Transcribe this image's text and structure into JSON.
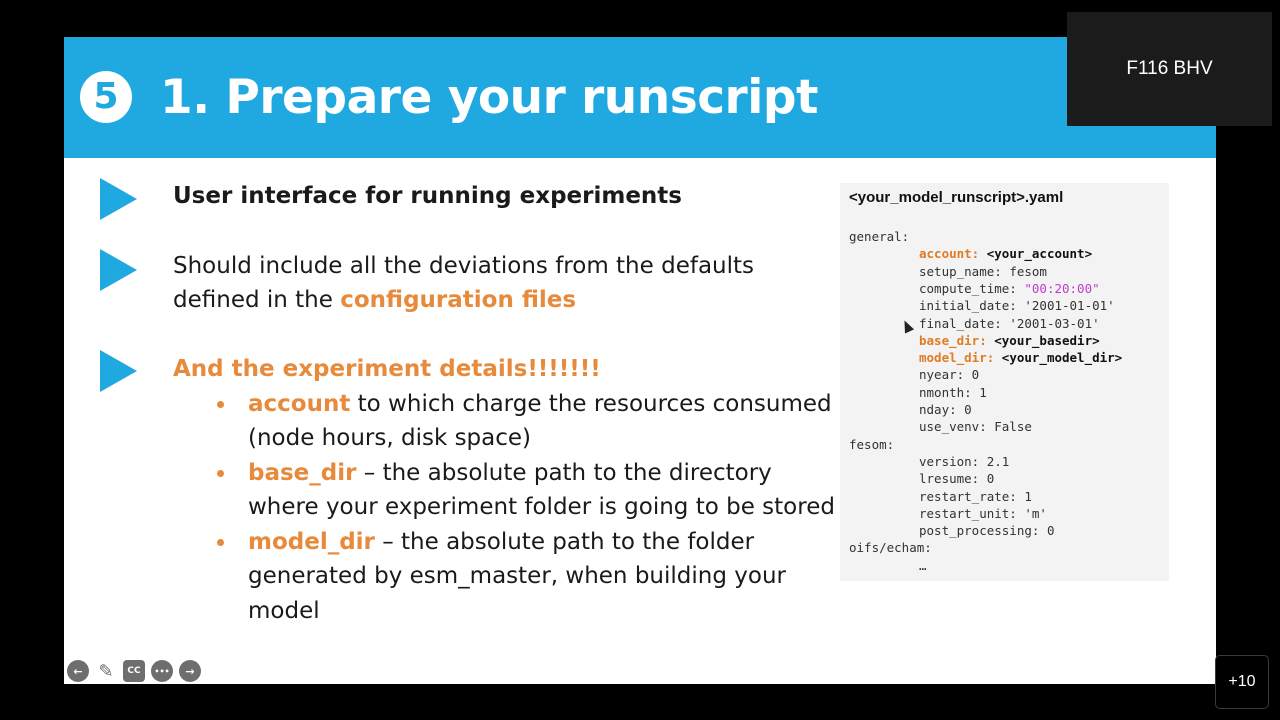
{
  "slide": {
    "step_number": "5",
    "title": "1. Prepare your runscript",
    "bullets": [
      {
        "text": "User interface for running experiments"
      },
      {
        "line1": "Should include all the deviations from the defaults",
        "line2_prefix": "defined in the ",
        "line2_highlight": "configuration files"
      },
      {
        "text": "And the experiment details!!!!!!!"
      }
    ],
    "sub_bullets": [
      {
        "key": "account",
        "line1_rest": " to which charge the resources consumed",
        "line2": "(node hours, disk space)"
      },
      {
        "key": "base_dir",
        "line1_rest": " – the absolute path to the directory",
        "line2": "where your experiment folder is going to be stored"
      },
      {
        "key": "model_dir",
        "line1_rest": " – the absolute path to the folder",
        "line2": "generated by esm_master, when building your",
        "line3": "model"
      }
    ]
  },
  "code": {
    "filename": "<your_model_runscript>.yaml",
    "lines": [
      {
        "key": "general:",
        "val": "",
        "indent": 0,
        "style": "plain"
      },
      {
        "key": "account:",
        "val": " <your_account>",
        "indent": 1,
        "style": "orange"
      },
      {
        "key": "setup_name:",
        "val": " fesom",
        "indent": 1,
        "style": "plain"
      },
      {
        "key": "compute_time:",
        "val": " \"00:20:00\"",
        "indent": 1,
        "style": "pink"
      },
      {
        "key": "initial_date:",
        "val": " '2001-01-01'",
        "indent": 1,
        "style": "plain"
      },
      {
        "key": "final_date:",
        "val": " '2001-03-01'",
        "indent": 1,
        "style": "plain"
      },
      {
        "key": "base_dir:",
        "val": " <your_basedir>",
        "indent": 1,
        "style": "orange"
      },
      {
        "key": "model_dir:",
        "val": " <your_model_dir>",
        "indent": 1,
        "style": "orange"
      },
      {
        "key": "nyear:",
        "val": " 0",
        "indent": 1,
        "style": "plain"
      },
      {
        "key": "nmonth:",
        "val": " 1",
        "indent": 1,
        "style": "plain"
      },
      {
        "key": "nday:",
        "val": " 0",
        "indent": 1,
        "style": "plain"
      },
      {
        "key": "use_venv:",
        "val": " False",
        "indent": 1,
        "style": "plain"
      },
      {
        "key": "fesom:",
        "val": "",
        "indent": 0,
        "style": "plain"
      },
      {
        "key": "version:",
        "val": " 2.1",
        "indent": 1,
        "style": "plain"
      },
      {
        "key": "lresume:",
        "val": " 0",
        "indent": 1,
        "style": "plain"
      },
      {
        "key": "restart_rate:",
        "val": " 1",
        "indent": 1,
        "style": "plain"
      },
      {
        "key": "restart_unit:",
        "val": " 'm'",
        "indent": 1,
        "style": "plain"
      },
      {
        "key": "post_processing:",
        "val": " 0",
        "indent": 1,
        "style": "plain"
      },
      {
        "key": "oifs/echam:",
        "val": "",
        "indent": 0,
        "style": "plain"
      },
      {
        "key": "…",
        "val": "",
        "indent": 1,
        "style": "plain"
      }
    ]
  },
  "toolbar": {
    "back": "←",
    "pen": "✎",
    "cc": "CC",
    "more": "•••",
    "next": "→"
  },
  "meeting": {
    "participant_name": "F116 BHV",
    "more_participants": "+10"
  },
  "colors": {
    "banner": "#1fa9e0",
    "accent_orange": "#e88a3b",
    "code_pink": "#c03ec9"
  }
}
